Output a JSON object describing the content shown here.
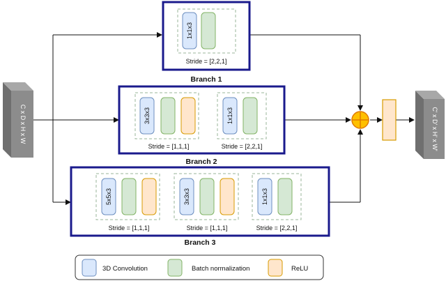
{
  "input_block": {
    "label": "C x D x H x W"
  },
  "output_block": {
    "label": "C' x D' x H' x W'"
  },
  "branches": [
    {
      "name": "Branch 1",
      "groups": [
        {
          "conv_label": "1x1x3",
          "stride": "Stride = [2,2,1]",
          "has_relu": false
        }
      ]
    },
    {
      "name": "Branch 2",
      "groups": [
        {
          "conv_label": "3x3x3",
          "stride": "Stride = [1,1,1]",
          "has_relu": true
        },
        {
          "conv_label": "1x1x3",
          "stride": "Stride = [2,2,1]",
          "has_relu": false
        }
      ]
    },
    {
      "name": "Branch 3",
      "groups": [
        {
          "conv_label": "5x5x3",
          "stride": "Stride = [1,1,1]",
          "has_relu": true
        },
        {
          "conv_label": "3x3x3",
          "stride": "Stride = [1,1,1]",
          "has_relu": true
        },
        {
          "conv_label": "1x1x3",
          "stride": "Stride = [2,2,1]",
          "has_relu": false
        }
      ]
    }
  ],
  "legend": [
    {
      "label": "3D Convolution",
      "color": "#dae8fc",
      "stroke": "#6c8ebf"
    },
    {
      "label": "Batch normalization",
      "color": "#d5e8d4",
      "stroke": "#82b366"
    },
    {
      "label": "ReLU",
      "color": "#ffe6cc",
      "stroke": "#d79b00"
    }
  ],
  "colors": {
    "branch_border": "#1a1a8c",
    "conv_fill": "#dae8fc",
    "conv_stroke": "#6c8ebf",
    "bn_fill": "#d5e8d4",
    "bn_stroke": "#82b366",
    "relu_fill": "#ffe6cc",
    "relu_stroke": "#d79b00",
    "add_fill": "#ffc000",
    "add_stroke": "#e07b00",
    "bar_fill": "#ffe6cc",
    "bar_stroke": "#d79b00",
    "block_gray": "#8c8c8c"
  }
}
